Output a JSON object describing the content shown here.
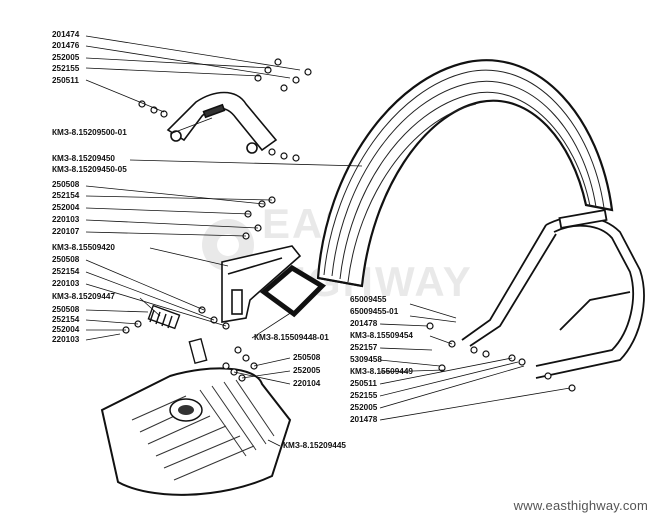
{
  "left_labels": [
    "201474",
    "201476",
    "252005",
    "252155",
    "250511",
    "КМЗ-8.15209500-01",
    "КМЗ-8.15209450",
    "КМЗ-8.15209450-05",
    "250508",
    "252154",
    "252004",
    "220103",
    "220107",
    "КМЗ-8.15509420",
    "250508",
    "252154",
    "220103",
    "КМЗ-8.15209447",
    "250508",
    "252154",
    "252004",
    "220103"
  ],
  "center_labels": [
    "КМЗ-8.15509448-01",
    "250508",
    "252005",
    "220104",
    "КМЗ-8.15209445"
  ],
  "right_labels": [
    "65009455",
    "65009455-01",
    "201478",
    "КМЗ-8.15509454",
    "252157",
    "5309458",
    "КМЗ-8.15509449",
    "250511",
    "252155",
    "252005",
    "201478"
  ],
  "watermark": {
    "line1": "EAST",
    "line2": "HIGHWAY"
  },
  "footer_url": "www.easthighway.com"
}
